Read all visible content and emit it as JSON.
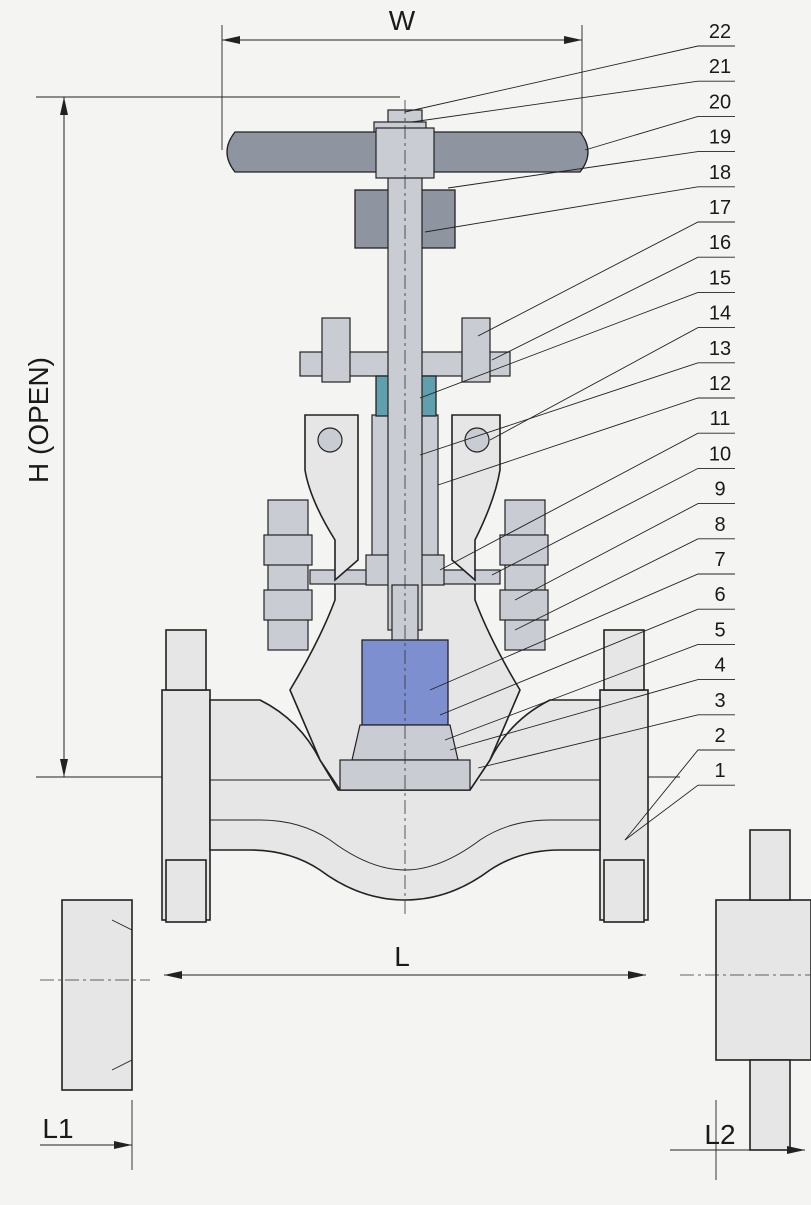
{
  "dimensions": {
    "width": "W",
    "height": "H (OPEN)",
    "length": "L",
    "l1": "L1",
    "l2": "L2"
  },
  "part_numbers": [
    "22",
    "21",
    "20",
    "19",
    "18",
    "17",
    "16",
    "15",
    "14",
    "13",
    "12",
    "11",
    "10",
    "9",
    "8",
    "7",
    "6",
    "5",
    "4",
    "3",
    "2",
    "1"
  ],
  "colors": {
    "paper": "#f4f4f2",
    "body": "#e6e6e6",
    "handwheel": "#8f95a0",
    "disc": "#7e8fd0",
    "stem_nut": "#5f9fae"
  }
}
